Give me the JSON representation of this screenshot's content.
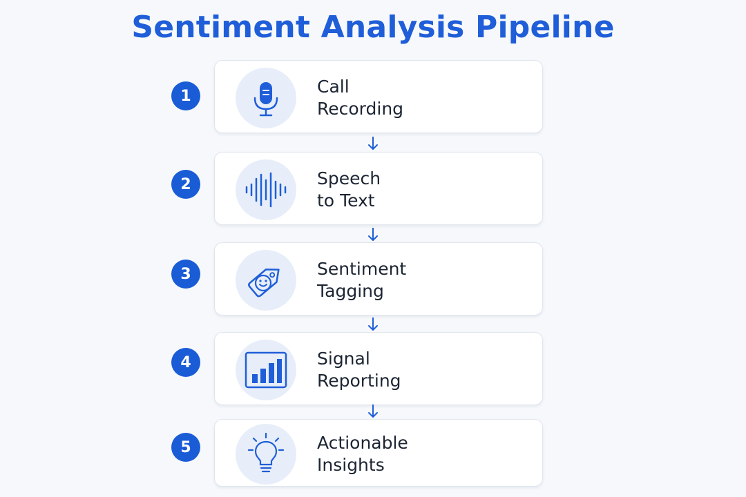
{
  "title": "Sentiment Analysis Pipeline",
  "steps": [
    {
      "number": "1",
      "line1": "Call",
      "line2": "Recording",
      "icon": "microphone-icon"
    },
    {
      "number": "2",
      "line1": "Speech",
      "line2": "to Text",
      "icon": "sound-wave-icon"
    },
    {
      "number": "3",
      "line1": "Sentiment",
      "line2": "Tagging",
      "icon": "smiley-tag-icon"
    },
    {
      "number": "4",
      "line1": "Signal",
      "line2": "Reporting",
      "icon": "bar-chart-icon"
    },
    {
      "number": "5",
      "line1": "Actionable",
      "line2": "Insights",
      "icon": "lightbulb-icon"
    }
  ],
  "colors": {
    "accent": "#1f5ed8",
    "badge": "#1a5bd6",
    "icon_bg": "#e7eef9",
    "text": "#1c2533",
    "background": "#f6f8fb"
  }
}
